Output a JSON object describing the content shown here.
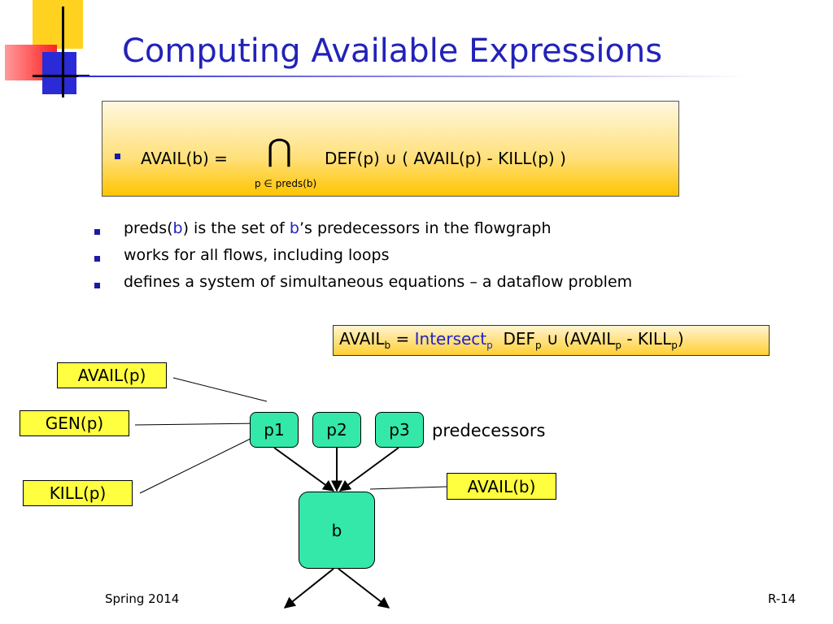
{
  "title": "Computing Available Expressions",
  "formula": {
    "lhs": "AVAIL(b)  =",
    "operator": "⋂",
    "rhs": "DEF(p) ∪ ( AVAIL(p) - KILL(p) )",
    "subscript": "p ∈ preds(b)"
  },
  "bullets": [
    {
      "parts": [
        "preds(",
        "b",
        ") is the set of ",
        "b",
        "’s predecessors in the flowgraph"
      ]
    },
    {
      "text": "works for all flows, including loops"
    },
    {
      "text": "defines a system of simultaneous equations – a dataflow problem"
    }
  ],
  "equation": {
    "avail": "AVAIL",
    "b": "b",
    "eq": " = ",
    "intersect": "Intersect",
    "p": "p",
    "def": "DEF",
    "mid": " ∪ (AVAIL",
    "minus": " - KILL",
    "close": ")"
  },
  "labels": {
    "avail_p": "AVAIL(p)",
    "gen_p": "GEN(p)",
    "kill_p": "KILL(p)",
    "avail_b": "AVAIL(b)"
  },
  "nodes": {
    "p1": "p1",
    "p2": "p2",
    "p3": "p3",
    "b": "b"
  },
  "predecessors_label": "predecessors",
  "footer": {
    "left": "Spring 2014",
    "right": "R-14"
  },
  "colors": {
    "title": "#2222b8",
    "highlight": "#ffff40",
    "node": "#33e8a8",
    "accent_blue": "#2222c8"
  }
}
